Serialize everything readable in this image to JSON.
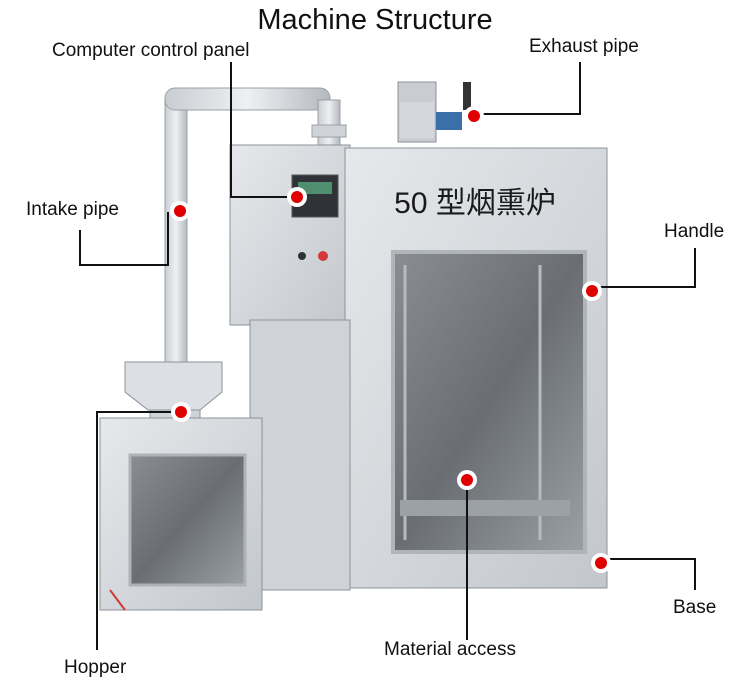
{
  "title": "Machine Structure",
  "machine_sign": "50 型烟熏炉",
  "colors": {
    "steel_light": "#dfe2e6",
    "steel_mid": "#b9bec4",
    "steel_dark": "#7d848c",
    "window": "#6e7276",
    "leader_line": "#111111",
    "marker": "#e00000",
    "motor_blue": "#3a6fa8"
  },
  "labels": [
    {
      "id": "computer-control-panel",
      "text": "Computer control panel"
    },
    {
      "id": "exhaust-pipe",
      "text": "Exhaust pipe"
    },
    {
      "id": "intake-pipe",
      "text": "Intake pipe"
    },
    {
      "id": "handle",
      "text": "Handle"
    },
    {
      "id": "hopper",
      "text": "Hopper"
    },
    {
      "id": "material-access",
      "text": "Material access"
    },
    {
      "id": "base",
      "text": "Base"
    }
  ]
}
